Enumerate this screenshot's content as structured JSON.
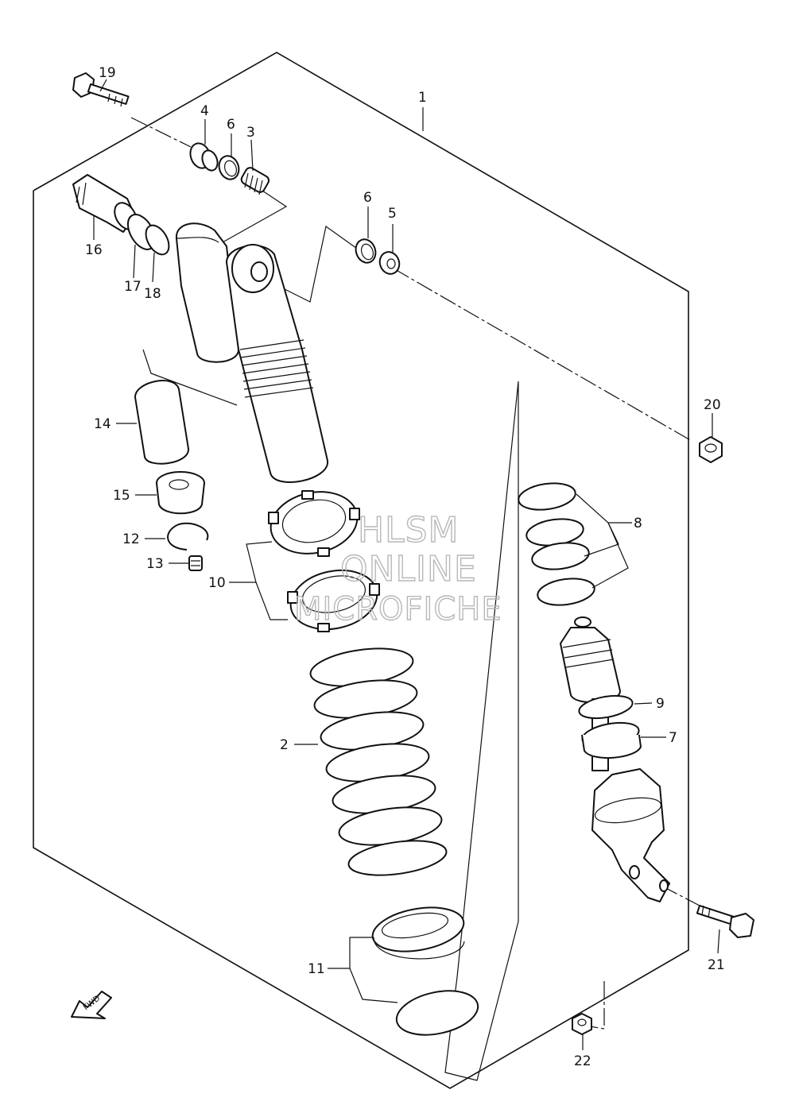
{
  "diagram": {
    "callouts": {
      "c1": "1",
      "c2": "2",
      "c3": "3",
      "c4": "4",
      "c5": "5",
      "c6a": "6",
      "c6b": "6",
      "c7": "7",
      "c8": "8",
      "c9": "9",
      "c10": "10",
      "c11": "11",
      "c12": "12",
      "c13": "13",
      "c14": "14",
      "c15": "15",
      "c16": "16",
      "c17": "17",
      "c18": "18",
      "c19": "19",
      "c20": "20",
      "c21": "21",
      "c22": "22"
    },
    "fwd_label": "FWD",
    "watermark": {
      "line1": "HLSM",
      "line2": "ONLINE",
      "line3": "MICROFICHE"
    }
  }
}
